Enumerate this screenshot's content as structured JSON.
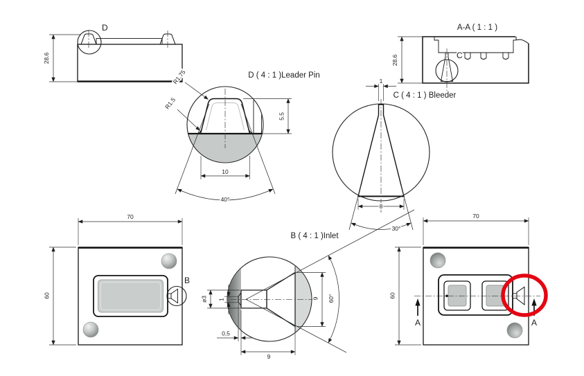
{
  "drawing": {
    "type": "engineering-drawing",
    "colors": {
      "part": "#c6cac8",
      "line": "#141414",
      "dim_text": "#1c1c1c",
      "highlight": "#e30613",
      "background": "#ffffff"
    },
    "views": {
      "side_view": {
        "detail_label": "D",
        "height_dim": "28.6"
      },
      "section_aa": {
        "title": "A-A ( 1 : 1 )",
        "height_dim": "28.6",
        "detail_label": "C"
      },
      "detail_d": {
        "title": "D ( 4 : 1 )Leader Pin",
        "r_top": "R1.75",
        "r_side": "R1.5",
        "height": "5.5",
        "width": "10",
        "angle": "40°"
      },
      "detail_c": {
        "title": "C ( 4 : 1 ) Bleeder",
        "tip_width": "1",
        "base_width": "8",
        "angle": "30°"
      },
      "plan_front": {
        "width_dim": "70",
        "height_dim": "60",
        "detail_label": "B"
      },
      "detail_b": {
        "title": "B ( 4 : 1 )Inlet",
        "tube_dia": "ø3",
        "tip_dia": "1",
        "mouth_dia": "9",
        "angle": "60°",
        "tip_len": "0,5",
        "length": "9"
      },
      "plan_back": {
        "width_dim": "70",
        "height_dim": "60",
        "section_label_left": "A",
        "section_label_right": "A"
      }
    },
    "annotation": {
      "shape": "red-highlight-ellipse",
      "color": "#e30613"
    }
  }
}
